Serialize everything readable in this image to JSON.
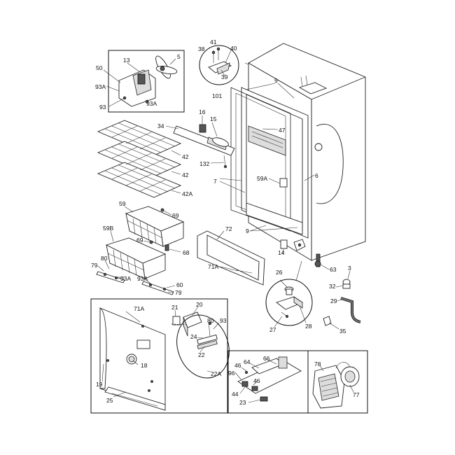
{
  "diagram": {
    "callouts": {
      "c5": "5",
      "c13": "13",
      "c50": "50",
      "c93a_1": "93A",
      "c93": "93",
      "c93a_2": "93A",
      "c41": "41",
      "c38": "38",
      "c40": "40",
      "c39": "39",
      "c101": "101",
      "c9_top": "9",
      "c16": "16",
      "c15": "15",
      "c34": "34",
      "c47": "47",
      "c42_1": "42",
      "c42_2": "42",
      "c42a": "42A",
      "c132": "132",
      "c7": "7",
      "c6": "6",
      "c59a": "59A",
      "c59": "59",
      "c69_1": "69",
      "c9_mid": "9",
      "c72": "72",
      "c59b": "59B",
      "c69_2": "69",
      "c68": "68",
      "c14": "14",
      "c80": "80",
      "c79_1": "79",
      "c71a": "71A",
      "c93a_3": "93A",
      "c93a_4": "93A",
      "c60": "60",
      "c79_2": "79",
      "c63": "63",
      "c26": "26",
      "c3": "3",
      "c32": "32",
      "c29": "29",
      "c27": "27",
      "c28": "28",
      "c35": "35",
      "d71a": "71A",
      "d21": "21",
      "d20": "20",
      "d80": "80",
      "d93": "93",
      "d24": "24",
      "d18": "18",
      "d22": "22",
      "d22a": "22A",
      "d19": "19",
      "d25": "25",
      "e66": "66",
      "e64": "64",
      "e46_1": "46",
      "e96": "96",
      "e46_2": "46",
      "e44": "44",
      "e23": "23",
      "e78": "78",
      "e77": "77"
    }
  }
}
